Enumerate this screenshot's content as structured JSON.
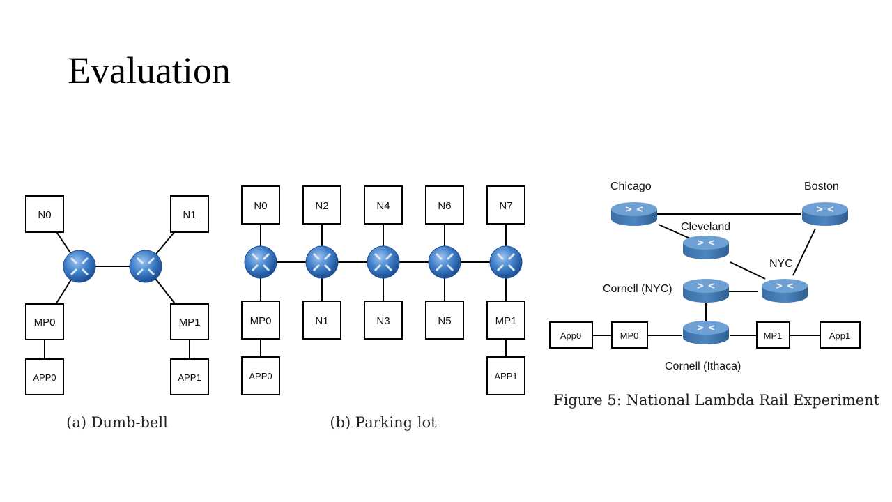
{
  "slide": {
    "title": "Evaluation"
  },
  "dumbbell": {
    "caption": "(a) Dumb-bell",
    "labels": {
      "n0": "N0",
      "n1": "N1",
      "mp0": "MP0",
      "mp1": "MP1",
      "app0": "APP0",
      "app1": "APP1"
    }
  },
  "parking": {
    "caption": "(b) Parking lot",
    "top": [
      "N0",
      "N2",
      "N4",
      "N6",
      "N7"
    ],
    "bottom": [
      "MP0",
      "N1",
      "N3",
      "N5",
      "MP1"
    ],
    "app0": "APP0",
    "app1": "APP1"
  },
  "nlr": {
    "caption": "Figure 5: National Lambda Rail Experiment",
    "routers": {
      "chicago": "Chicago",
      "boston": "Boston",
      "cleveland": "Cleveland",
      "nyc": "NYC",
      "cornell_nyc": "Cornell (NYC)",
      "cornell_ithaca": "Cornell (Ithaca)"
    },
    "boxes": {
      "app0": "App0",
      "mp0": "MP0",
      "mp1": "MP1",
      "app1": "App1"
    }
  },
  "colors": {
    "router_top": "#5b90c8",
    "router_side": "#3a6ea5",
    "line": "#000000"
  }
}
